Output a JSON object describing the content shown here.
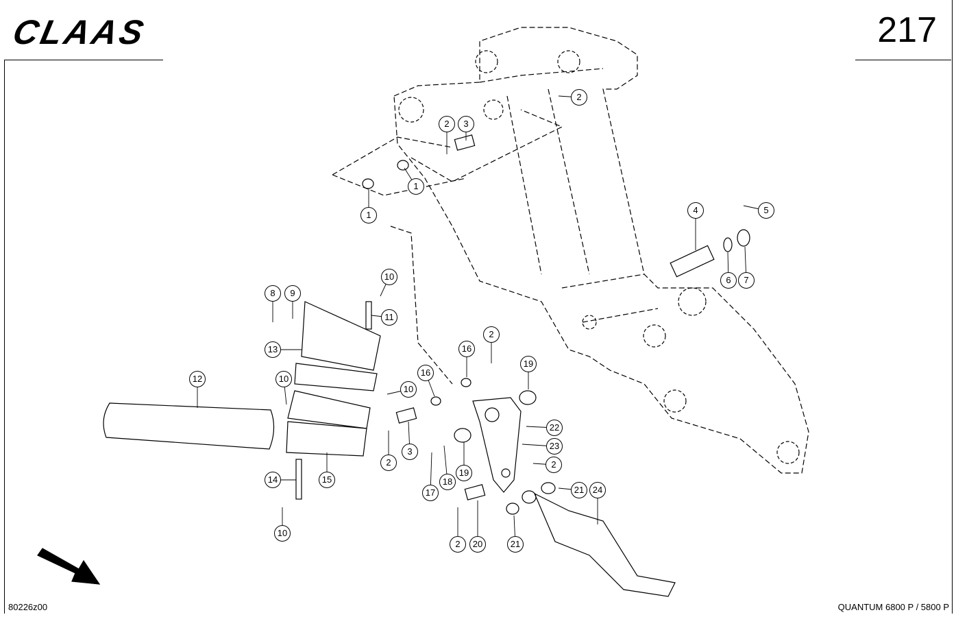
{
  "header": {
    "brand": "CLAAS",
    "page_number": "217"
  },
  "footer": {
    "drawing_code": "80226z00",
    "model": "QUANTUM 6800 P / 5800 P"
  },
  "callouts": [
    "2",
    "2",
    "3",
    "1",
    "1",
    "4",
    "5",
    "6",
    "7",
    "10",
    "8",
    "9",
    "11",
    "2",
    "13",
    "16",
    "19",
    "16",
    "12",
    "10",
    "10",
    "22",
    "2",
    "3",
    "23",
    "2",
    "19",
    "17",
    "18",
    "14",
    "15",
    "21",
    "24",
    "10",
    "2",
    "20",
    "21"
  ]
}
